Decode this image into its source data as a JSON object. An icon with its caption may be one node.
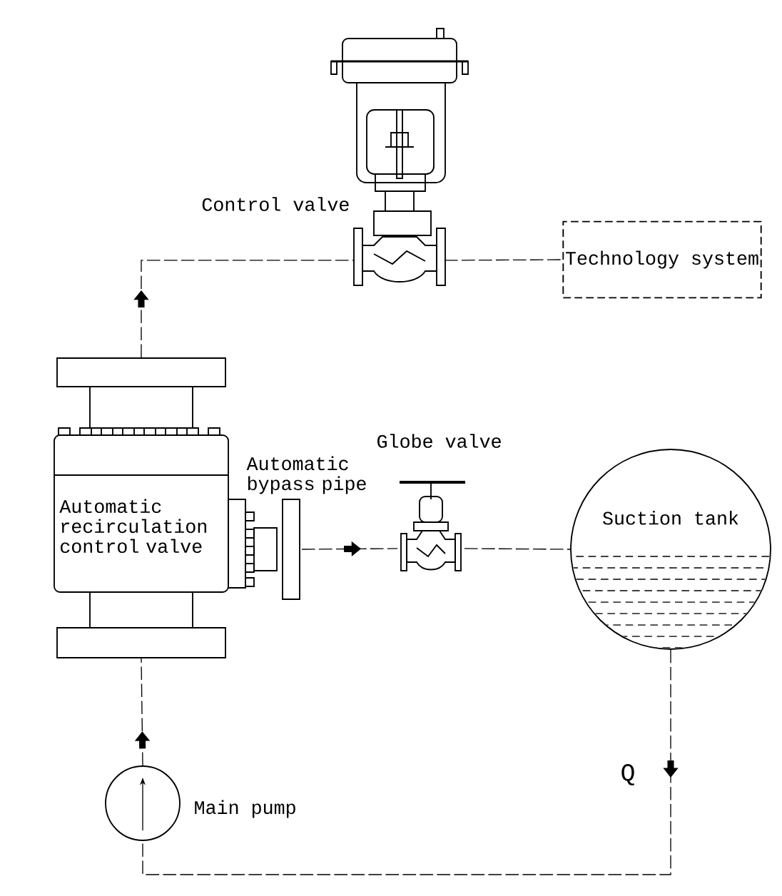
{
  "diagram": {
    "nodes": [
      {
        "text": [],
        "shape": "picture",
        "beside": [
          "Control valve"
        ]
      },
      {
        "text": [
          "Technology system"
        ]
      },
      {
        "text": [
          "Automatic recirculation control valve"
        ],
        "beside": [
          "Automatic bypass pipe"
        ]
      },
      {
        "text": [],
        "shape": "picture",
        "beside": [
          "Globe valve"
        ]
      },
      {
        "text": [
          "Suction tank"
        ]
      },
      {
        "text": [],
        "shape": "circle",
        "beside": [
          "Main pump"
        ]
      }
    ],
    "edges": [
      {
        "from": 2,
        "to": 0,
        "arrow": "to",
        "style": "dashed"
      },
      {
        "from": 0,
        "to": 1,
        "arrow": "none",
        "style": "dashed"
      },
      {
        "from": 2,
        "to": 3,
        "arrow": "to",
        "style": "dashed"
      },
      {
        "from": 3,
        "to": 4,
        "arrow": "none",
        "style": "dashed"
      },
      {
        "from": 4,
        "to": 5,
        "arrow": "to",
        "label": "Q",
        "style": "dashed"
      },
      {
        "from": 5,
        "to": 2,
        "arrow": "to",
        "style": "dashed"
      }
    ]
  }
}
